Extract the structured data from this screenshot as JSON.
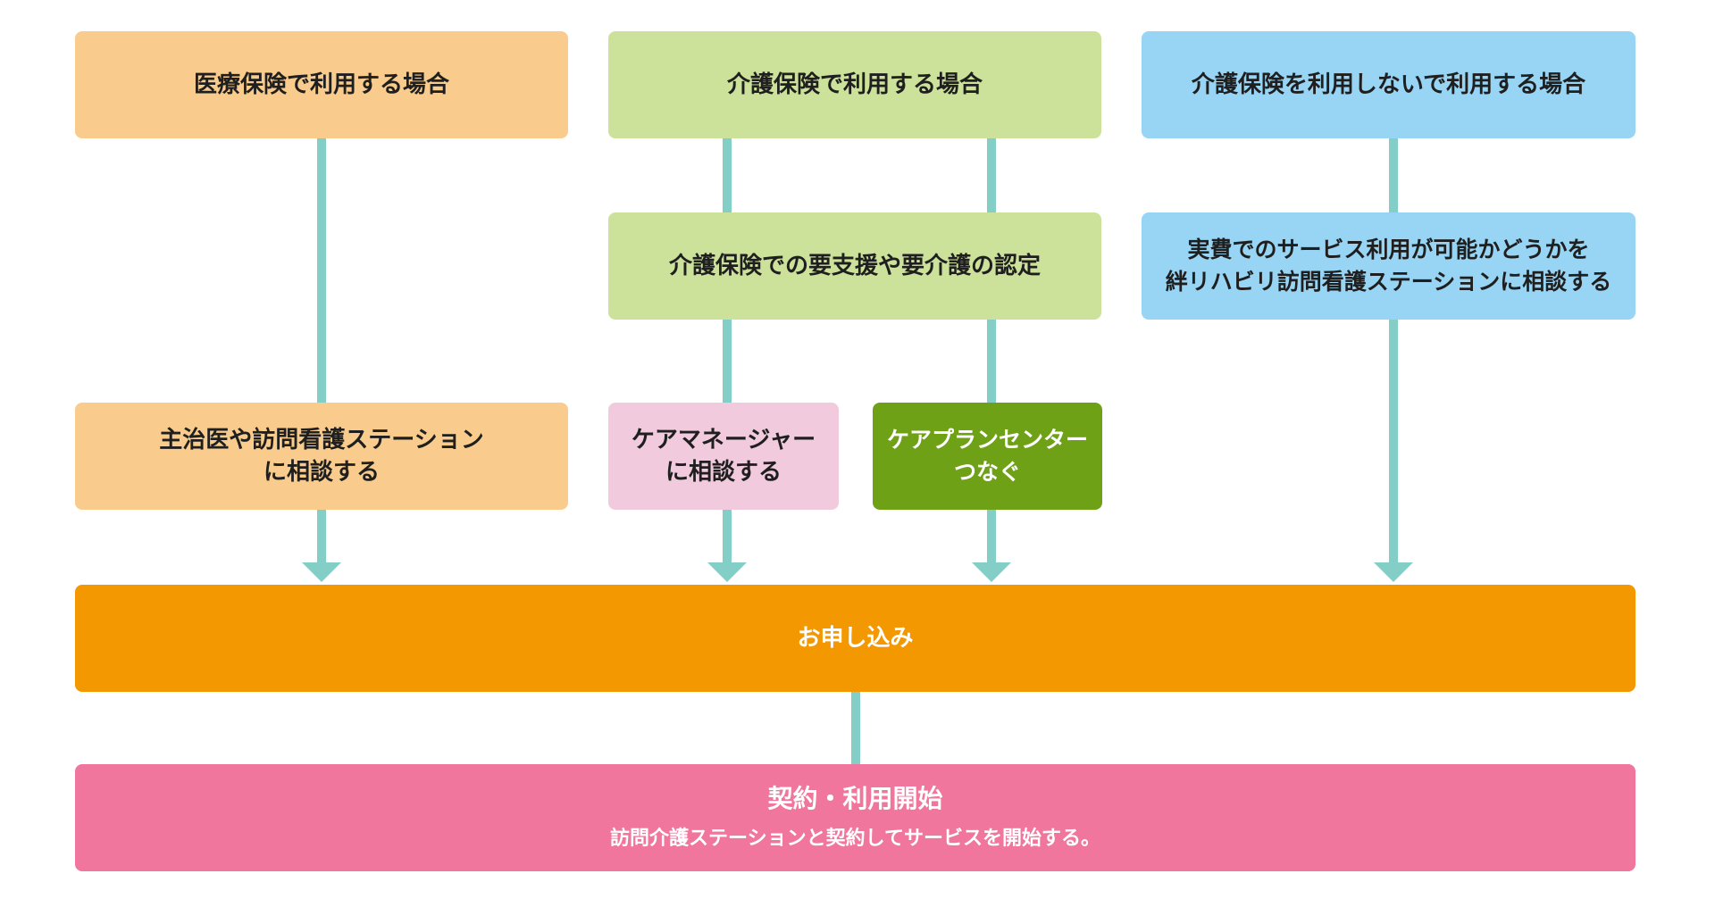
{
  "colors": {
    "connector": "#84cec8",
    "orange_light": "#f9cc8d",
    "green_light": "#cce29b",
    "blue_light": "#98d5f4",
    "pink_light": "#f1cbdd",
    "green_dark": "#6ea116",
    "orange": "#f39800",
    "pink": "#f0769e"
  },
  "nodes": {
    "medical_insurance": {
      "lines": [
        "医療保険で利用する場合"
      ]
    },
    "care_insurance": {
      "lines": [
        "介護保険で利用する場合"
      ]
    },
    "no_insurance": {
      "lines": [
        "介護保険を利用しないで利用する場合"
      ]
    },
    "care_certification": {
      "lines": [
        "介護保険での要支援や要介護の認定"
      ]
    },
    "self_pay_consult": {
      "lines": [
        "実費でのサービス利用が可能かどうかを",
        "絆リハビリ訪問看護ステーションに相談する"
      ]
    },
    "doctor_consult": {
      "lines": [
        "主治医や訪問看護ステーション",
        "に相談する"
      ]
    },
    "care_manager_consult": {
      "lines": [
        "ケアマネージャー",
        "に相談する"
      ]
    },
    "care_plan_center": {
      "lines": [
        "ケアプランセンター",
        "つなぐ"
      ]
    },
    "application": {
      "lines": [
        "お申し込み"
      ]
    },
    "contract_start": {
      "title": "契約・利用開始",
      "subtitle": "訪問介護ステーションと契約してサービスを開始する。"
    }
  }
}
